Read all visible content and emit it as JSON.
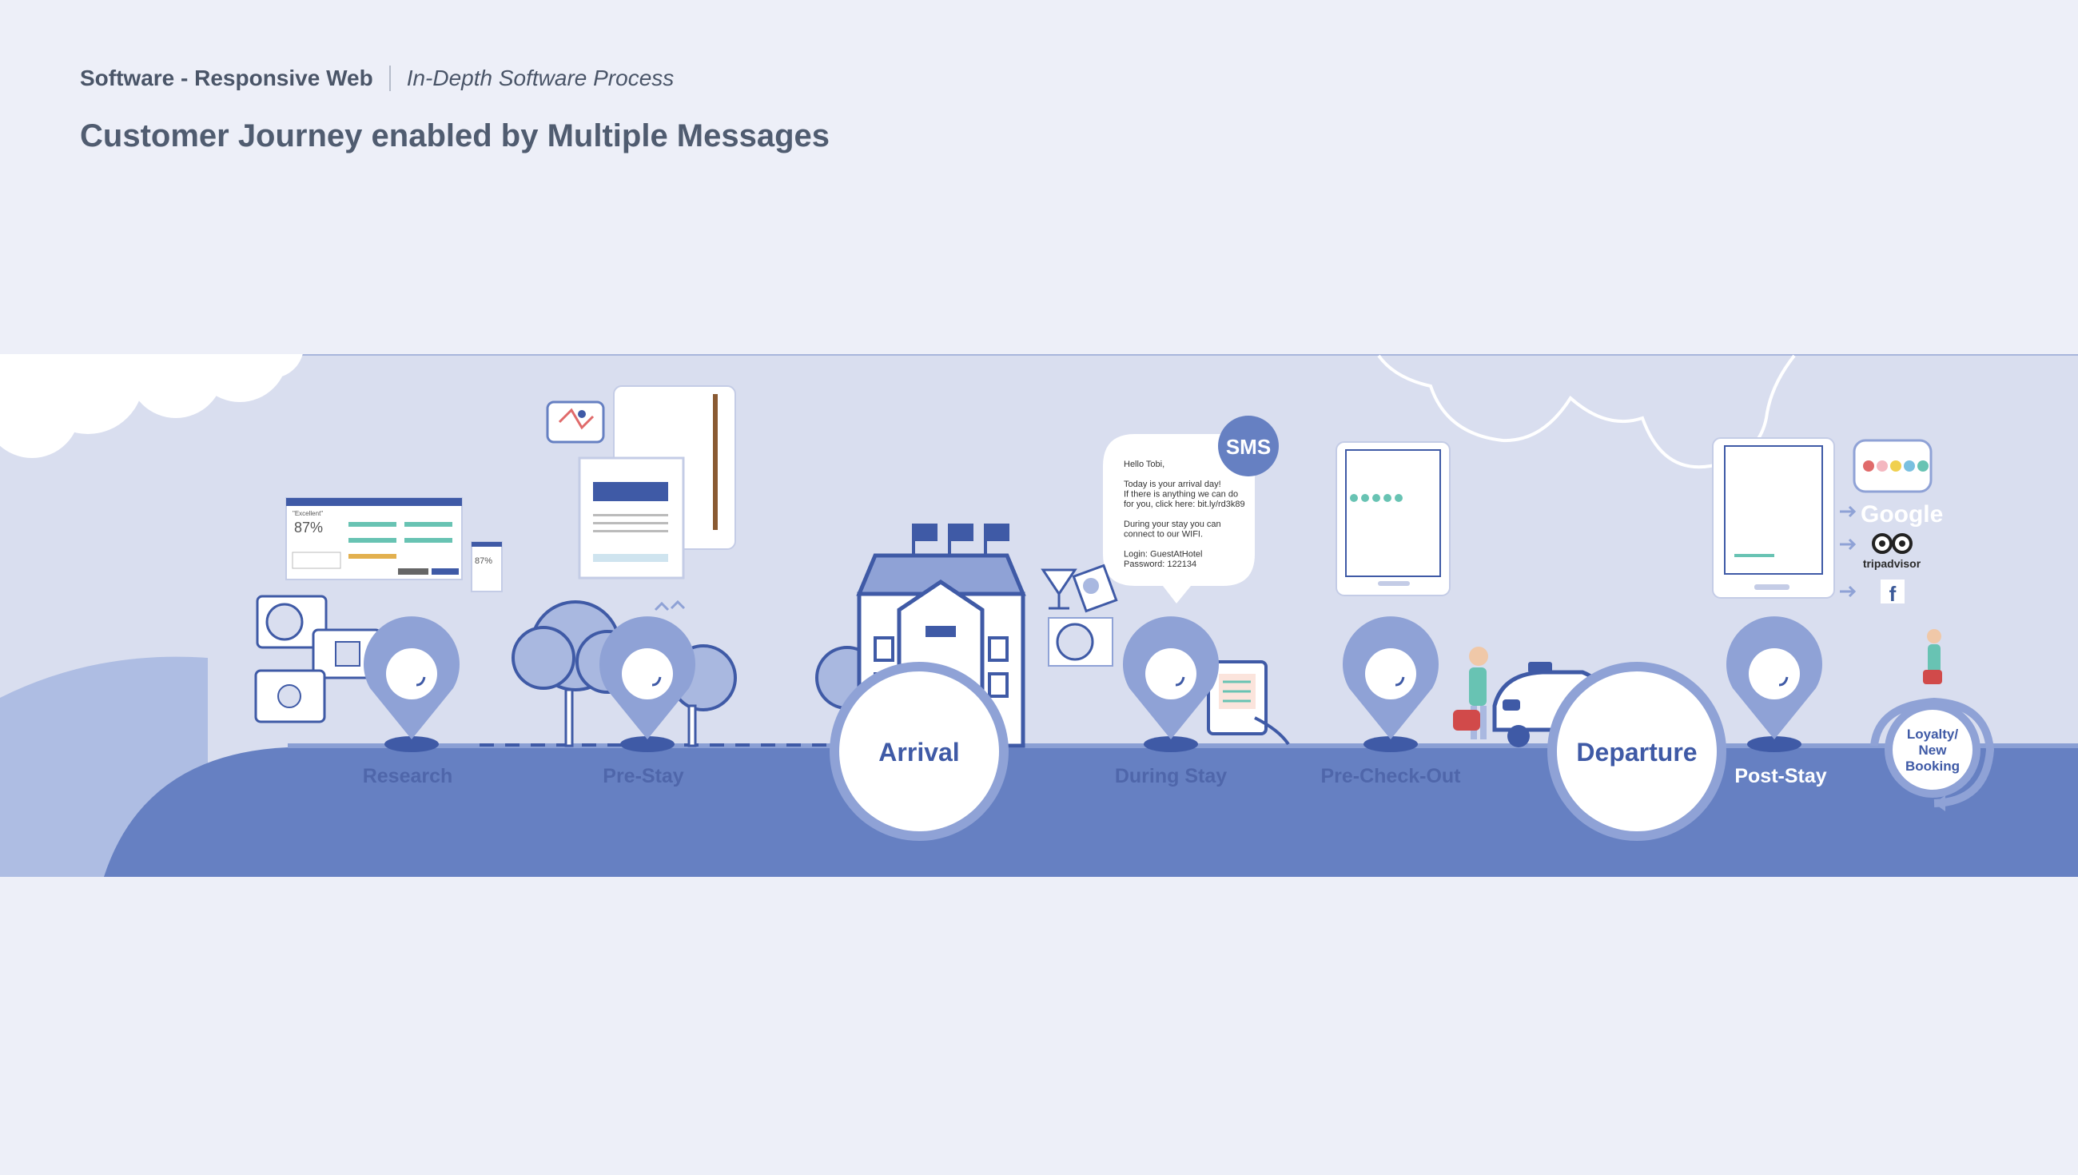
{
  "header": {
    "category": "Software - Responsive Web",
    "subtitle": "In-Depth Software Process"
  },
  "title": "Customer Journey enabled by Multiple Messages",
  "journey": {
    "stages": [
      "Research",
      "Pre-Stay",
      "Arrival",
      "During Stay",
      "Pre-Check-Out",
      "Departure",
      "Post-Stay",
      "Loyalty/ New Booking"
    ],
    "big_stops": {
      "arrival": "Arrival",
      "departure": "Departure"
    },
    "loyalty_lines": [
      "Loyalty/",
      "New",
      "Booking"
    ]
  },
  "sms": {
    "badge": "SMS",
    "lines": [
      "Hello Tobi,",
      "",
      "Today is your arrival day!",
      "If there is anything we can do",
      "for you, click here: bit.ly/rd3k89",
      "",
      "During your stay you can",
      "connect to our WIFI.",
      "",
      "Login: GuestAtHotel",
      "Password: 122134"
    ]
  },
  "mock": {
    "score": "87%",
    "score_small": "87%",
    "good_label": "\"Excellent\""
  },
  "reviews": {
    "google": "Google",
    "tripadvisor": "tripadvisor",
    "facebook": "f"
  },
  "colors": {
    "background": "#edeff8",
    "band": "#d9deef",
    "road": "#6680c2",
    "road_light": "#a9b8e0",
    "pin": "#8fa2d6",
    "pin_dark": "#3f5aa6",
    "label": "#4f66aa",
    "white": "#ffffff"
  }
}
